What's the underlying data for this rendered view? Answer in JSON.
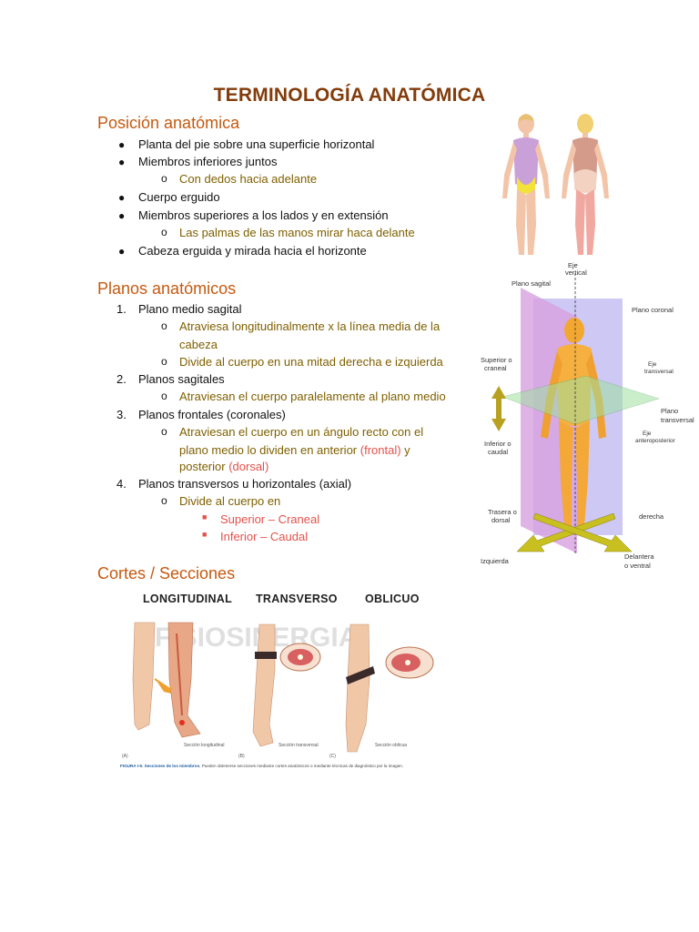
{
  "title": "TERMINOLOGÍA ANATÓMICA",
  "sec1": {
    "heading": "Posición anatómica",
    "b1": "Planta del pie sobre una superficie horizontal",
    "b2": "Miembros inferiores juntos",
    "b2a": "Con dedos hacia adelante",
    "b3": "Cuerpo erguido",
    "b4": "Miembros superiores a los lados y en extensión",
    "b4a": "Las palmas de las manos mirar haca delante",
    "b5": "Cabeza erguida y mirada hacia el horizonte"
  },
  "sec2": {
    "heading": "Planos anatómicos",
    "n1": "1.",
    "i1": "Plano medio sagital",
    "i1a_l1": "Atraviesa longitudinalmente x la línea media de la",
    "i1a_l2": "cabeza",
    "i1b": "Divide al cuerpo en una mitad derecha e izquierda",
    "n2": "2.",
    "i2": "Planos sagitales",
    "i2a": "Atraviesan el cuerpo paralelamente al plano medio",
    "n3": "3.",
    "i3": "Planos frontales (coronales)",
    "i3a_l1": "Atraviesan el cuerpo en un ángulo recto con el",
    "i3a_l2a": "plano medio lo dividen en anterior ",
    "i3a_l2b": "(frontal)",
    "i3a_l2c": " y",
    "i3a_l3a": "posterior ",
    "i3a_l3b": "(dorsal)",
    "n4": "4.",
    "i4": "Planos transversos u horizontales (axial)",
    "i4a": "Divide al cuerpo en",
    "i4a1": "Superior – Craneal",
    "i4a2": "Inferior – Caudal"
  },
  "sec3": {
    "heading": "Cortes / Secciones",
    "lab_long": "LONGITUDINAL",
    "lab_trans": "TRANSVERSO",
    "lab_obl": "OBLICUO",
    "watermark": "FISIOSINERGIA",
    "cap_a": "Sección longitudinal",
    "cap_b": "Sección transversal",
    "cap_c": "Sección oblicua",
    "mark_a": "(A)",
    "mark_b": "(B)",
    "mark_c": "(C)",
    "figure_caption_bold": "FIGURA I-5. Secciones de los miembros.",
    "figure_caption": " Pueden obtenerse secciones mediante cortes anatómicos o mediante técnicas de diagnóstico por la imagen."
  },
  "planes_figure": {
    "eje_vertical_1": "Eje",
    "eje_vertical_2": "vertical",
    "plano_sagital": "Plano sagital",
    "plano_coronal": "Plano coronal",
    "superior_1": "Superior o",
    "superior_2": "craneal",
    "eje_transversal_1": "Eje",
    "eje_transversal_2": "transversal",
    "plano_transversal_1": "Plano",
    "plano_transversal_2": "transversal",
    "eje_antero_1": "Eje",
    "eje_antero_2": "anteroposterior",
    "inferior_1": "Inferior o",
    "inferior_2": "caudal",
    "trasera_1": "Trasera o",
    "trasera_2": "dorsal",
    "derecha": "derecha",
    "izquierda": "Izquierda",
    "delantera_1": "Delantera",
    "delantera_2": "o ventral"
  },
  "colors": {
    "title": "#833c0b",
    "heading": "#c55a11",
    "olive": "#7f6000",
    "red": "#e2524c"
  }
}
